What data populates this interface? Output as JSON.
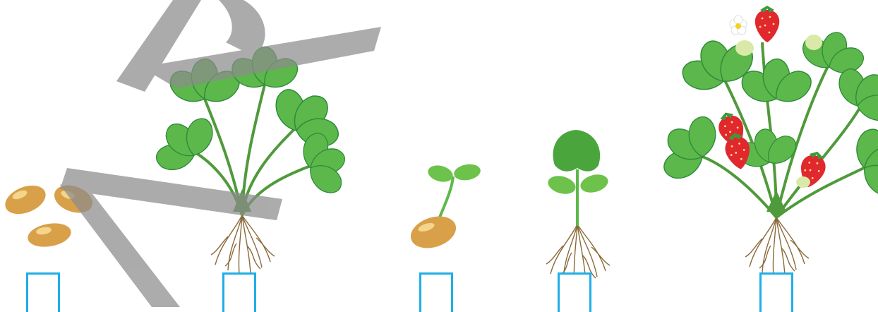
{
  "worksheet": {
    "stages": [
      {
        "id": "seeds",
        "icon": "seeds-icon",
        "order_answer": ""
      },
      {
        "id": "young-plant",
        "icon": "young-strawberry-plant-icon",
        "order_answer": ""
      },
      {
        "id": "sprouting-seed",
        "icon": "sprouting-seed-icon",
        "order_answer": ""
      },
      {
        "id": "seedling",
        "icon": "seedling-icon",
        "order_answer": ""
      },
      {
        "id": "fruiting-plant",
        "icon": "fruiting-strawberry-plant-icon",
        "order_answer": ""
      }
    ]
  },
  "colors": {
    "seed": "#d9a04a",
    "seed_highlight": "#f3d68c",
    "leaf": "#5cb84a",
    "leaf_dark": "#2f8a3a",
    "stem": "#4f9a3a",
    "root": "#8a6a3a",
    "berry": "#e0282e",
    "box_border": "#1eaee8",
    "watermark": "#8c8c8c"
  }
}
